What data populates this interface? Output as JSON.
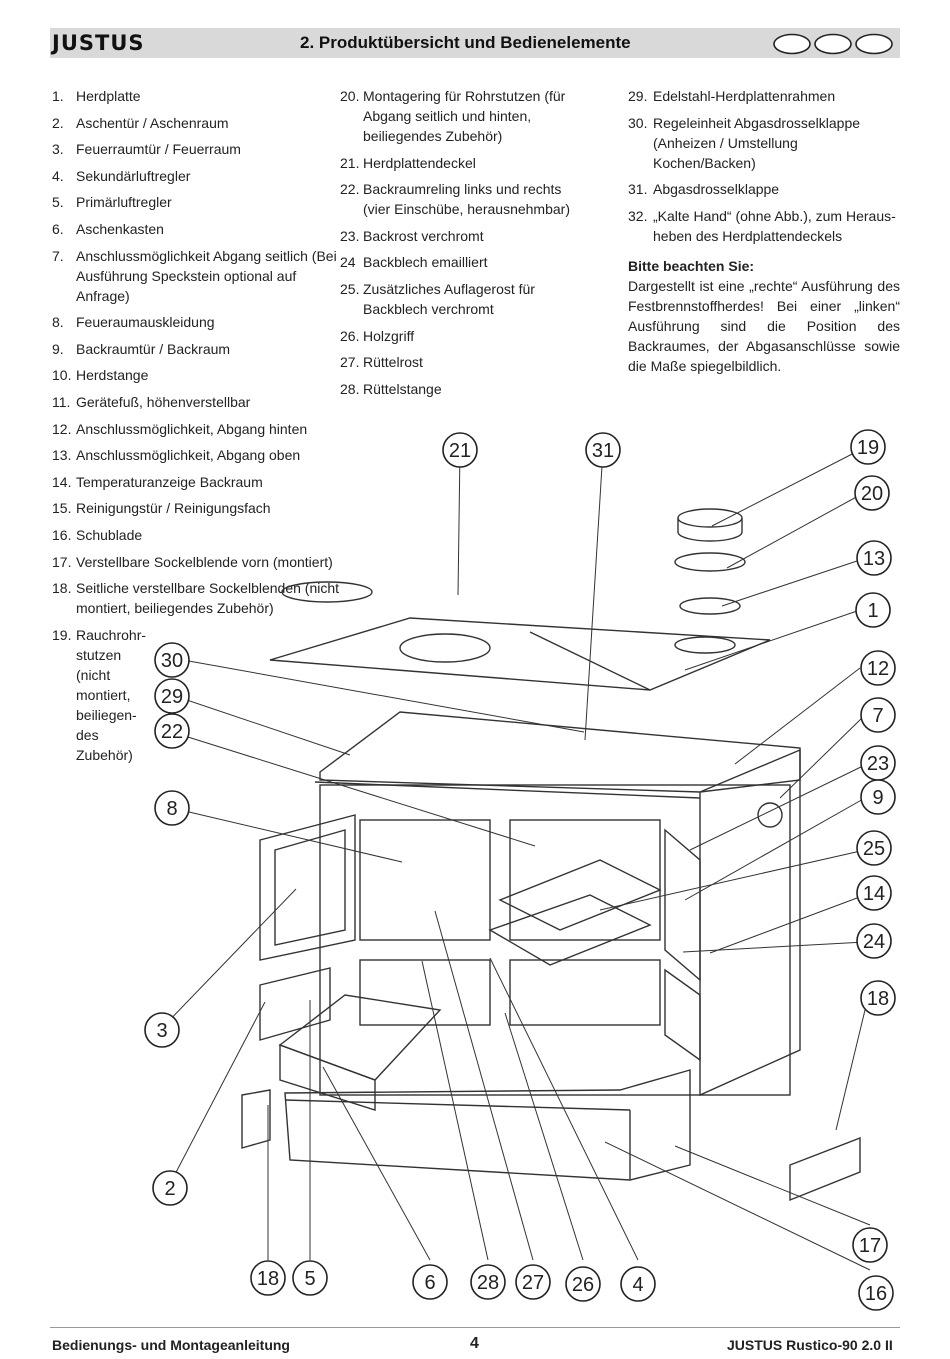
{
  "header": {
    "brand": "JUSTUS",
    "title": "2. Produktübersicht und Bedienelemente"
  },
  "legend_col1": [
    {
      "num": "1.",
      "text": "Herdplatte"
    },
    {
      "num": "2.",
      "text": "Aschentür / Aschenraum"
    },
    {
      "num": "3.",
      "text": "Feuerraumtür / Feuerraum"
    },
    {
      "num": "4.",
      "text": "Sekundärluftregler"
    },
    {
      "num": "5.",
      "text": "Primärluftregler"
    },
    {
      "num": "6.",
      "text": "Aschenkasten"
    },
    {
      "num": "7.",
      "text": "Anschlussmöglichkeit Abgang seitlich (Bei Ausführung Speckstein optional auf Anfrage)"
    },
    {
      "num": "8.",
      "text": "Feueraumauskleidung"
    },
    {
      "num": "9.",
      "text": "Backraumtür / Backraum"
    },
    {
      "num": "10.",
      "text": "Herdstange"
    },
    {
      "num": "11.",
      "text": "Gerätefuß, höhenverstellbar"
    },
    {
      "num": "12.",
      "text": "Anschlussmöglichkeit, Abgang hinten"
    },
    {
      "num": "13.",
      "text": "Anschlussmöglichkeit, Abgang oben"
    },
    {
      "num": "14.",
      "text": "Temperaturanzeige Backraum"
    },
    {
      "num": "15.",
      "text": "Reinigungstür / Reinigungsfach"
    },
    {
      "num": "16.",
      "text": "Schublade"
    },
    {
      "num": "17.",
      "text": "Verstellbare Sockelblende vorn (montiert)"
    },
    {
      "num": "18.",
      "text": "Seitliche verstellbare Sockelblenden (nicht montiert, beiliegendes Zubehör)"
    },
    {
      "num": "19.",
      "text": "Rauchrohr-stutzen (nicht montiert, beiliegen-des Zubehör)"
    }
  ],
  "legend_col2": [
    {
      "num": "20.",
      "text": "Montagering für Rohrstutzen (für Abgang seitlich und hinten, beiliegendes Zubehör)"
    },
    {
      "num": "21.",
      "text": "Herdplattendeckel"
    },
    {
      "num": "22.",
      "text": "Backraumreling links und rechts (vier Einschübe, herausnehmbar)"
    },
    {
      "num": "23.",
      "text": "Backrost verchromt"
    },
    {
      "num": "24",
      "text": "Backblech emailliert"
    },
    {
      "num": "25.",
      "text": "Zusätzliches Auflagerost für Backblech verchromt"
    },
    {
      "num": "26.",
      "text": "Holzgriff"
    },
    {
      "num": "27.",
      "text": "Rüttelrost"
    },
    {
      "num": "28.",
      "text": "Rüttelstange"
    }
  ],
  "legend_col3": [
    {
      "num": "29.",
      "text": "Edelstahl-Herdplattenrahmen"
    },
    {
      "num": "30.",
      "text": "Regeleinheit Abgasdrosselklappe (Anheizen / Umstellung Kochen/Backen)"
    },
    {
      "num": "31.",
      "text": "Abgasdrosselklappe"
    },
    {
      "num": "32.",
      "text": "„Kalte Hand“ (ohne Abb.), zum Heraus-heben des Herdplattendeckels"
    }
  ],
  "note": {
    "heading": "Bitte beachten Sie:",
    "body": "Dargestellt ist eine „rechte“ Ausführung des Festbrennstoffherdes! Bei einer „linken“ Ausführung sind die Position des Backraumes, der Abgasanschlüsse sowie die Maße spiegelbildlich."
  },
  "callouts": [
    "21",
    "31",
    "19",
    "20",
    "13",
    "1",
    "12",
    "7",
    "23",
    "9",
    "25",
    "14",
    "24",
    "18",
    "30",
    "29",
    "22",
    "8",
    "3",
    "2",
    "18",
    "5",
    "6",
    "28",
    "27",
    "26",
    "4",
    "17",
    "16"
  ],
  "footer": {
    "left": "Bedienungs- und Montageanleitung",
    "page": "4",
    "right": "JUSTUS Rustico-90 2.0 II"
  }
}
